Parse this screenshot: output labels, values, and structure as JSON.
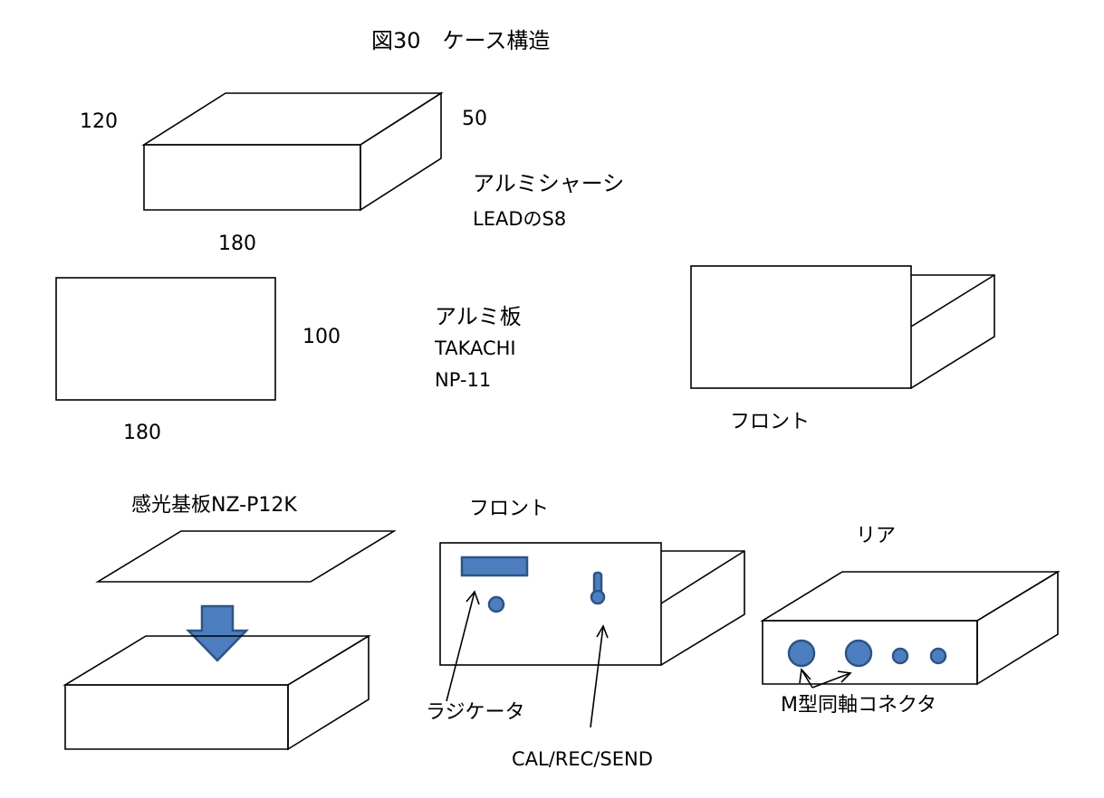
{
  "title": "図30　ケース構造",
  "chassis": {
    "depth_label": "120",
    "height_label": "50",
    "width_label": "180",
    "name": "アルミシャーシ",
    "model": "LEADのS8"
  },
  "plate": {
    "height_label": "100",
    "width_label": "180",
    "name": "アルミ板",
    "maker": "TAKACHI",
    "model": "NP-11"
  },
  "front_view_label": "フロント",
  "pcb": {
    "label": "感光基板NZ-P12K"
  },
  "front_panel": {
    "title": "フロント",
    "radiator_label": "ラジケータ",
    "switch_label": "CAL/REC/SEND"
  },
  "rear_panel": {
    "title": "リア",
    "connector_label": "M型同軸コネクタ"
  },
  "colors": {
    "part_fill": "#4d7ebf",
    "part_stroke": "#2e5486",
    "line": "#000000"
  }
}
